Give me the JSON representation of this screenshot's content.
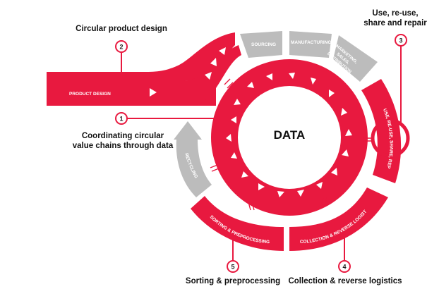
{
  "diagram": {
    "center_label": "DATA",
    "colors": {
      "red": "#e8193f",
      "gray": "#bcbcbc",
      "white": "#ffffff",
      "dark": "#222222"
    },
    "captions": {
      "c1_line1": "Coordinating circular",
      "c1_line2": "value chains through data",
      "c2": "Circular product design",
      "c3_line1": "Use, re-use,",
      "c3_line2": "share and repair",
      "c4": "Collection & reverse logistics",
      "c5": "Sorting & preprocessing"
    },
    "markers": [
      "1",
      "2",
      "3",
      "4",
      "5"
    ],
    "segments": {
      "product_design": "PRODUCT DESIGN",
      "sourcing": "SOURCING",
      "manufacturing": "MANUFACTURING",
      "marketing_1": "MARKETING,",
      "marketing_2": "SALES,",
      "marketing_3": "DISTRIBUTION",
      "use_repair": "USE, RE-USE, SHARE, REPAIR",
      "collection": "COLLECTION & REVERSE LOGISTICS",
      "sorting": "SORTING & PREPROCESSING",
      "recycling": "RECYCLING"
    }
  }
}
